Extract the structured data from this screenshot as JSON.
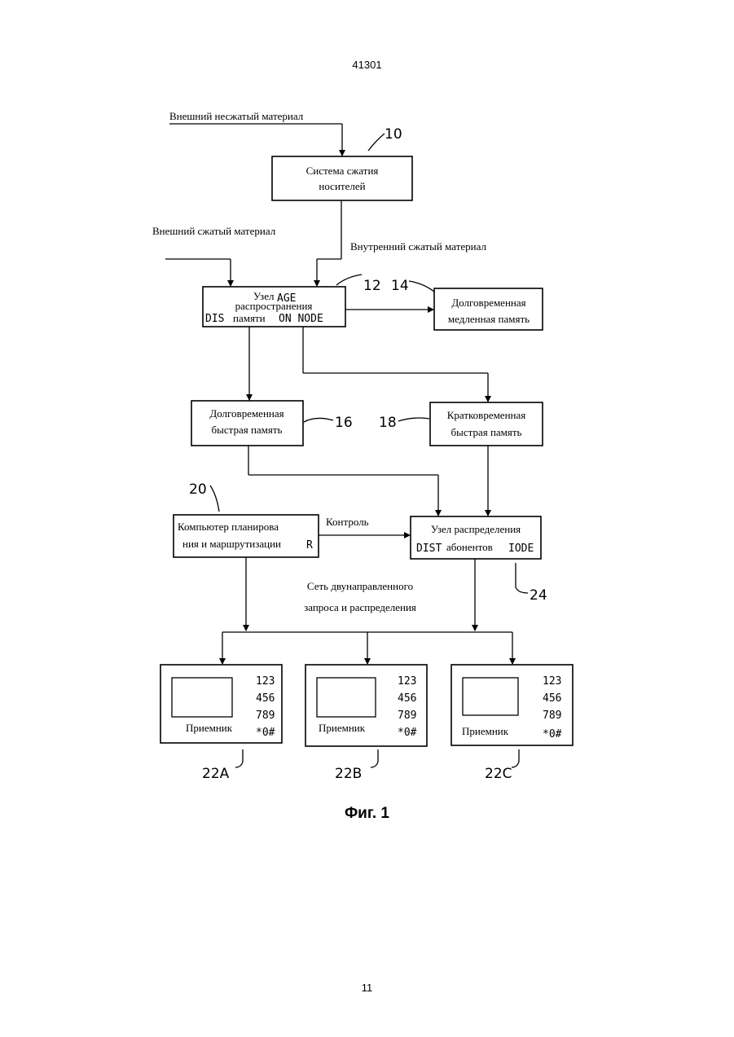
{
  "page": {
    "number_top": "41301",
    "number_bottom": "11"
  },
  "figure": {
    "caption": "Фиг. 1",
    "inputs": {
      "external_uncompressed": "Внешний несжатый материал",
      "external_compressed": "Внешний сжатый материал",
      "internal_compressed": "Внутренний сжатый материал"
    },
    "box_10": {
      "line1": "Система сжатия",
      "line2": "носителей",
      "ref": "10"
    },
    "box_12": {
      "line1": "Узел",
      "line1_overprint": "AGE",
      "line2": "распространения",
      "line3": "DIS",
      "line3_mid": "памяти",
      "line3_end": "ON  NODE",
      "ref": "12"
    },
    "box_14": {
      "line1": "Долговременная",
      "line2": "медленная память",
      "ref": "14"
    },
    "box_16": {
      "line1": "Долговременная",
      "line2": "быстрая память",
      "ref": "16"
    },
    "box_18": {
      "line1": "Кратковременная",
      "line2": "быстрая память",
      "ref": "18"
    },
    "box_20": {
      "line1": "Компьютер планирова",
      "line2": "ния и маршрутизации",
      "line2_end": "R",
      "ref": "20"
    },
    "box_24": {
      "line1": "Узел распределения",
      "line2": "DIST",
      "line2_mid": "абонентов",
      "line2_end": "IODE",
      "ref": "24"
    },
    "control_label": "Контроль",
    "network_label": {
      "line1": "Сеть двунаправленного",
      "line2": "запроса и распределения"
    },
    "receivers": [
      {
        "label": "Приемник",
        "keys": [
          "123",
          "456",
          "789",
          "*0#"
        ],
        "ref": "22A"
      },
      {
        "label": "Приемник",
        "keys": [
          "123",
          "456",
          "789",
          "*0#"
        ],
        "ref": "22B"
      },
      {
        "label": "Приемник",
        "keys": [
          "123",
          "456",
          "789",
          "*0#"
        ],
        "ref": "22C"
      }
    ]
  }
}
